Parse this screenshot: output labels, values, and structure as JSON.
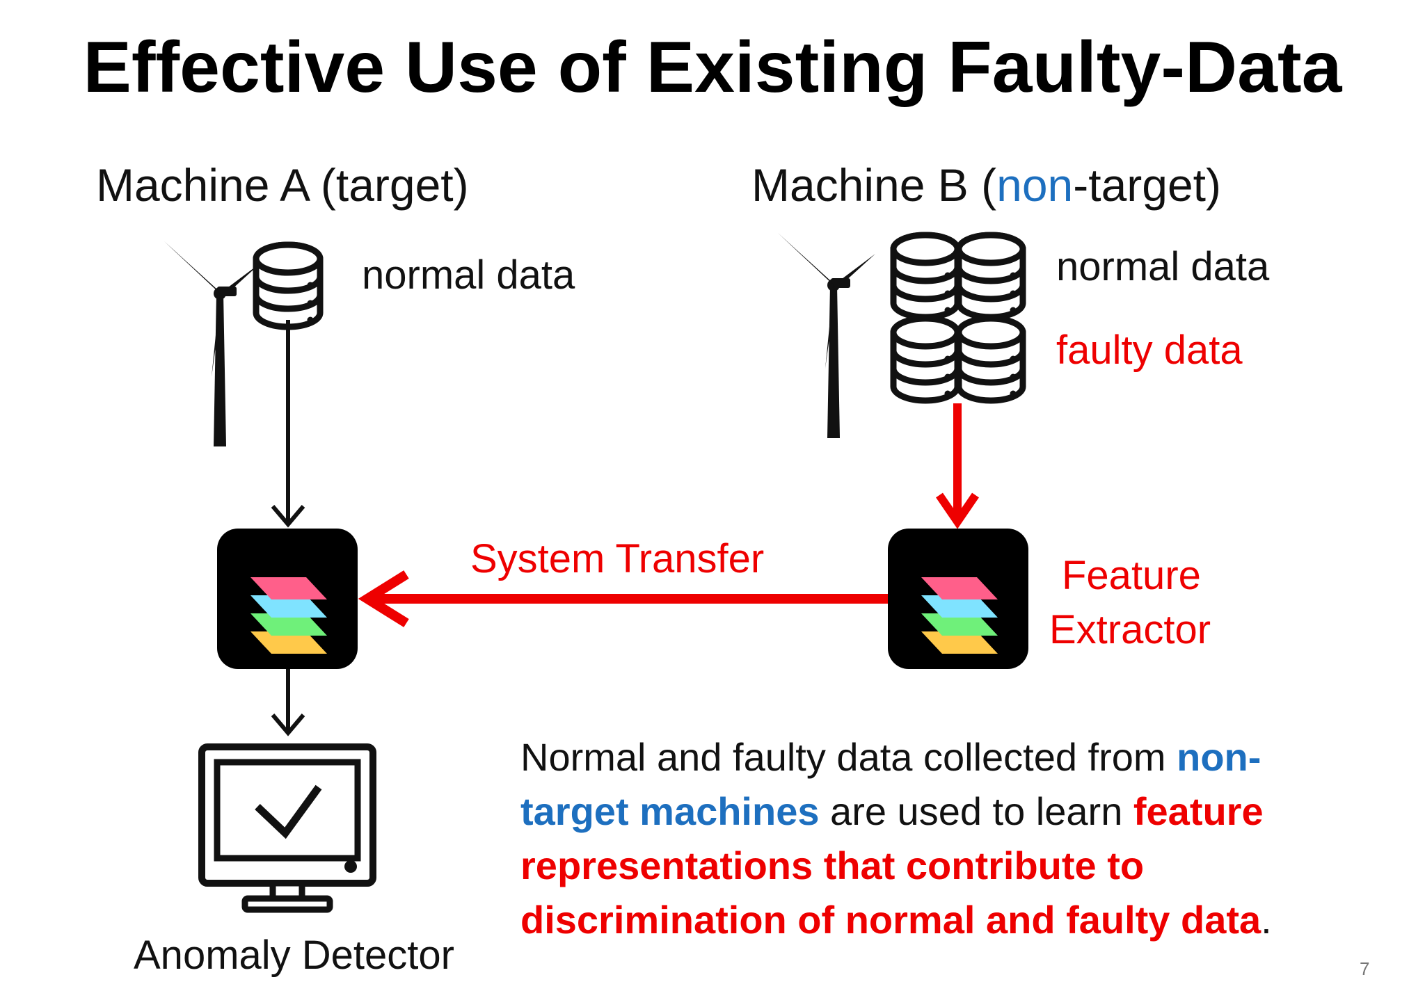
{
  "title": "Effective Use of Existing Faulty-Data",
  "machine_a": {
    "label": "Machine A (target)",
    "data_label": "normal data"
  },
  "machine_b": {
    "label_prefix": "Machine B (",
    "label_highlight": "non",
    "label_suffix": "-target)",
    "normal_label": "normal data",
    "faulty_label": "faulty data"
  },
  "transfer_label": "System Transfer",
  "feature_extractor": {
    "line1": "Feature",
    "line2": "Extractor"
  },
  "anomaly_detector_label": "Anomaly Detector",
  "description": {
    "part1": "Normal and faulty data collected from ",
    "part2_blue": "non-target machines",
    "part3": " are used to learn ",
    "part4_red": "feature representations that contribute to discrimination of normal and faulty data",
    "part5": "."
  },
  "page_number": "7",
  "colors": {
    "accent_red": "#ee0000",
    "accent_blue": "#1d6fbf",
    "layer_pink": "#ff5f8a",
    "layer_cyan": "#7fe3ff",
    "layer_green": "#6ff07a",
    "layer_yellow": "#ffc94a"
  },
  "icons": [
    "wind-turbine-icon",
    "database-icon",
    "layers-icon",
    "monitor-check-icon"
  ]
}
